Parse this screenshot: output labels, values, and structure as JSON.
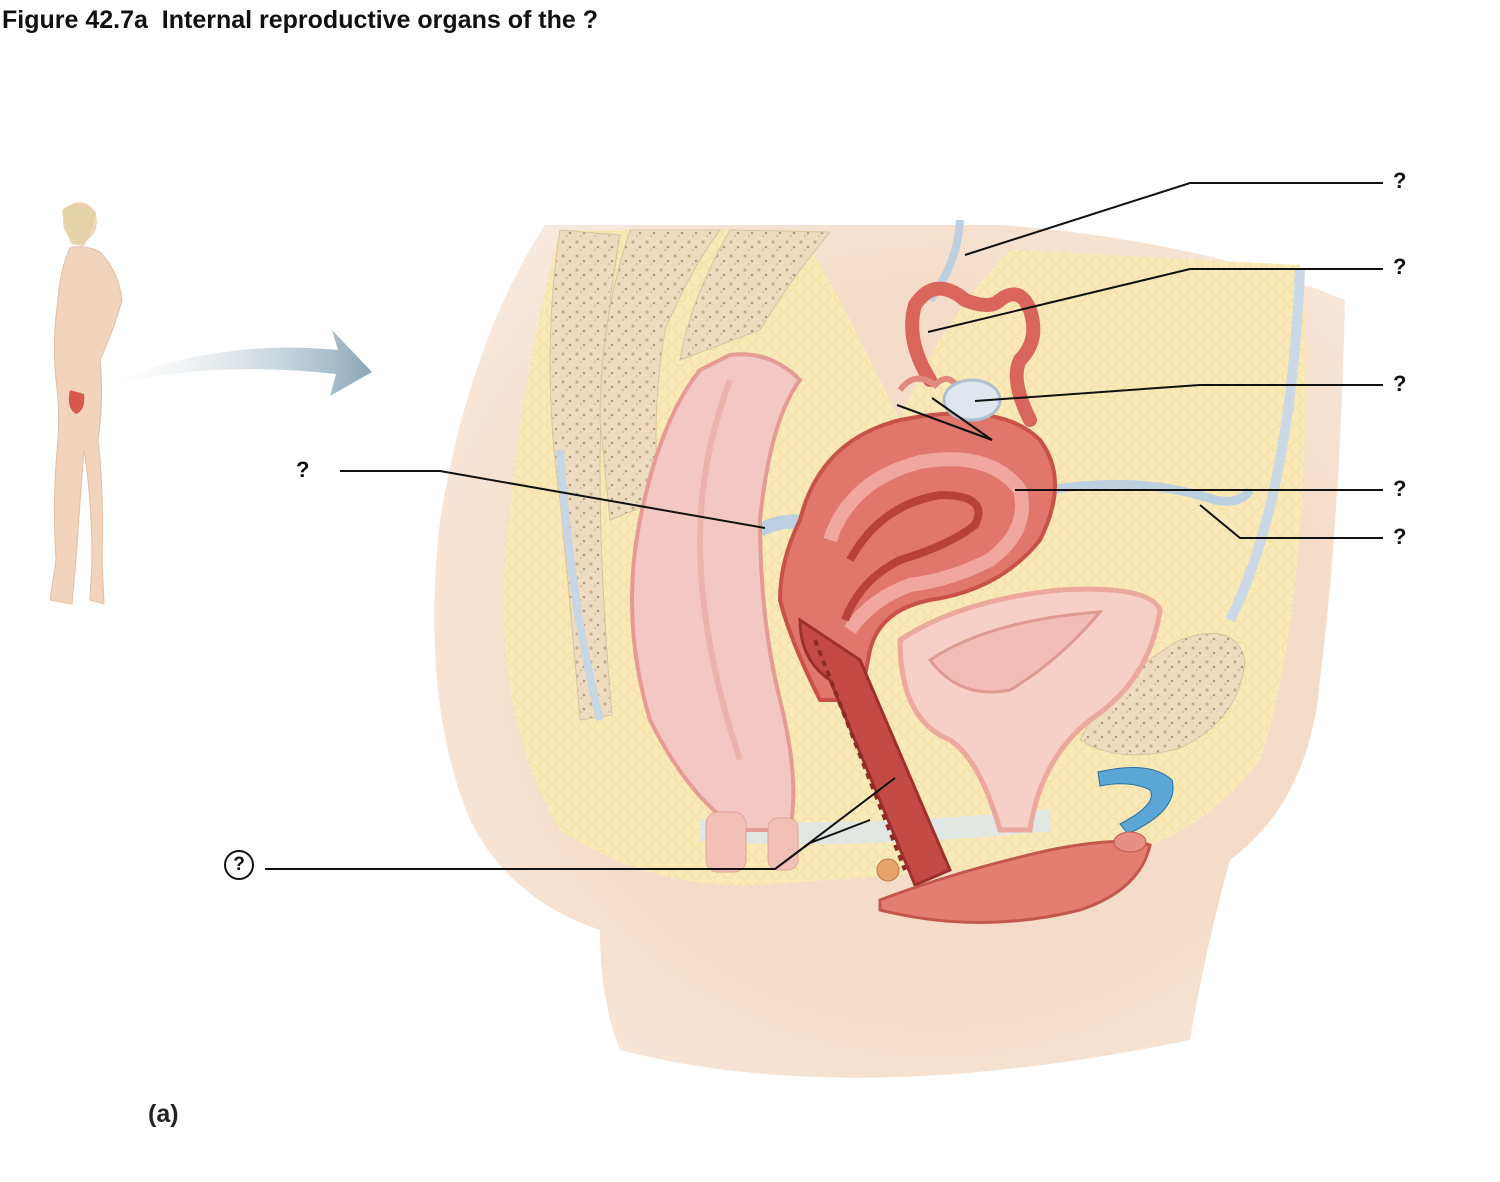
{
  "figure": {
    "title": "Figure 42.7a  Internal reproductive organs of the ?",
    "panel_label": "(a)"
  },
  "labels": [
    {
      "id": "label-ovarian-ligament",
      "text": "?"
    },
    {
      "id": "label-oviduct",
      "text": "?"
    },
    {
      "id": "label-ovary",
      "text": "?"
    },
    {
      "id": "label-uterus",
      "text": "?"
    },
    {
      "id": "label-bladder-ligament",
      "text": "?"
    },
    {
      "id": "label-posterior-ligament",
      "text": "?"
    },
    {
      "id": "label-vagina",
      "text": "?"
    }
  ],
  "colors": {
    "skin": "#f4d9c4",
    "fat": "#f8e7b0",
    "bone": "#e9d8bd",
    "muscle": "#e9827a",
    "uterus": "#d9564e",
    "rectum": "#f2c3bd",
    "bladder": "#f5d0c6",
    "ligament": "#c9d9e6",
    "cartilage": "#5aa7d6",
    "arrow": "#8fabbd",
    "leader": "#111111"
  }
}
